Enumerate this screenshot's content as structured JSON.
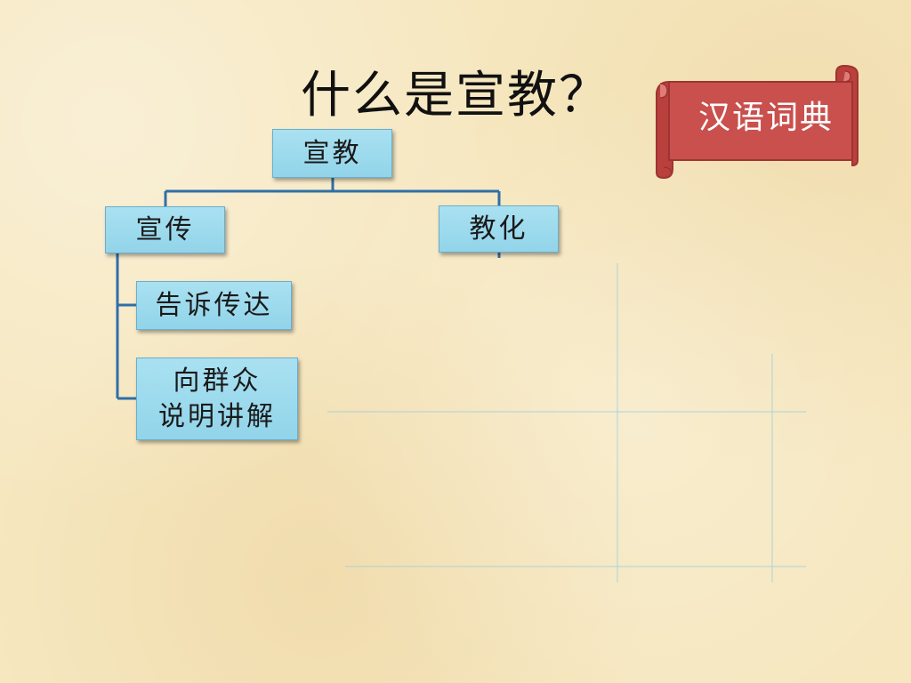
{
  "slide": {
    "title": "什么是宣教？"
  },
  "scroll": {
    "label": "汉语词典",
    "fill": "#c9504d"
  },
  "diagram": {
    "root": "宣教",
    "branches": [
      {
        "label": "宣传",
        "children": [
          "告诉传达",
          "向群众\n说明讲解"
        ]
      },
      {
        "label": "教化",
        "children": []
      }
    ]
  },
  "colors": {
    "node_fill": "#9ad8ec",
    "connector": "#2f6fa8",
    "background": "#f6e7bf"
  }
}
